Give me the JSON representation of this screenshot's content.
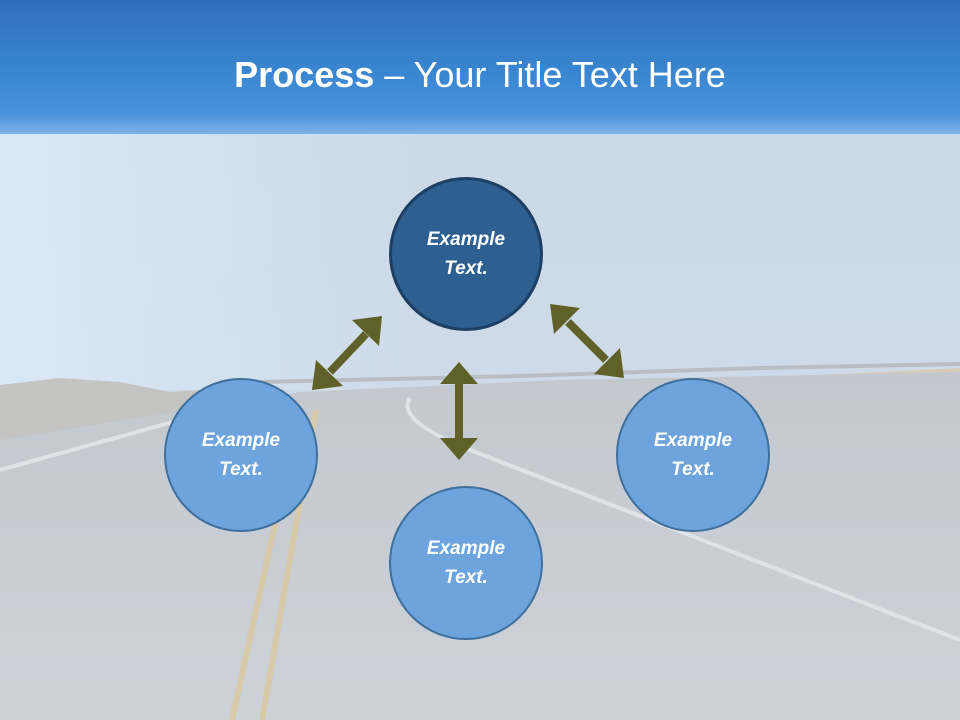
{
  "slide": {
    "title_bold": "Process",
    "title_rest": " – Your Title Text Here"
  },
  "nodes": {
    "top": "Example Text.",
    "left": "Example Text.",
    "right": "Example Text.",
    "bottom": "Example Text."
  },
  "colors": {
    "header": "#3a86d1",
    "node_dark": "#2e5f91",
    "node_light": "#6ea4dd",
    "arrow": "#5f6128"
  }
}
